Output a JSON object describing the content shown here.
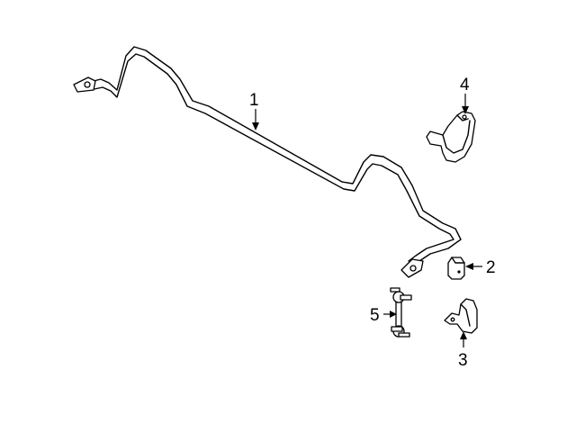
{
  "callouts": [
    {
      "id": "1",
      "label": "1",
      "part": "stabilizer-bar"
    },
    {
      "id": "2",
      "label": "2",
      "part": "bushing"
    },
    {
      "id": "3",
      "label": "3",
      "part": "bushing-clamp"
    },
    {
      "id": "4",
      "label": "4",
      "part": "bracket"
    },
    {
      "id": "5",
      "label": "5",
      "part": "stabilizer-link"
    }
  ]
}
